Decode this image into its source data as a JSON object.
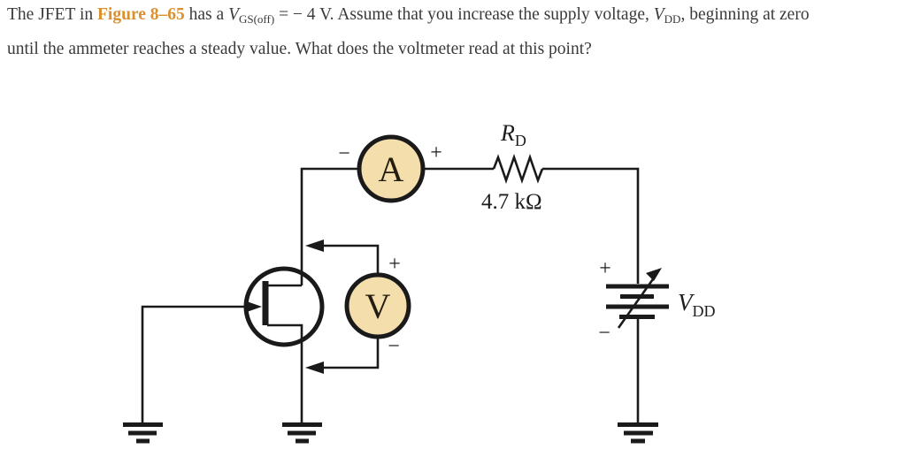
{
  "question": {
    "part1": "The JFET in ",
    "figure_ref": "Figure 8–65",
    "part2": " has a ",
    "v1_main": "V",
    "v1_sub": "GS(off)",
    "part3": " = − 4 V. Assume that you increase the supply voltage, ",
    "v2_main": "V",
    "v2_sub": "DD",
    "part4": ", beginning at zero until the ammeter reaches a steady value. What does the voltmeter read at this point?"
  },
  "circuit": {
    "ammeter_label": "A",
    "voltmeter_label": "V",
    "resistor_name_main": "R",
    "resistor_name_sub": "D",
    "resistor_value": "4.7 kΩ",
    "supply_name_main": "V",
    "supply_name_sub": "DD",
    "ammeter_minus": "−",
    "ammeter_plus": "+",
    "voltmeter_plus": "+",
    "voltmeter_minus": "−",
    "supply_plus": "+",
    "supply_minus": "−"
  },
  "colors": {
    "accent_orange": "#d9912f",
    "meter_fill": "#f4deac",
    "wire": "#1a1a1a",
    "text": "#3a3a3a"
  }
}
